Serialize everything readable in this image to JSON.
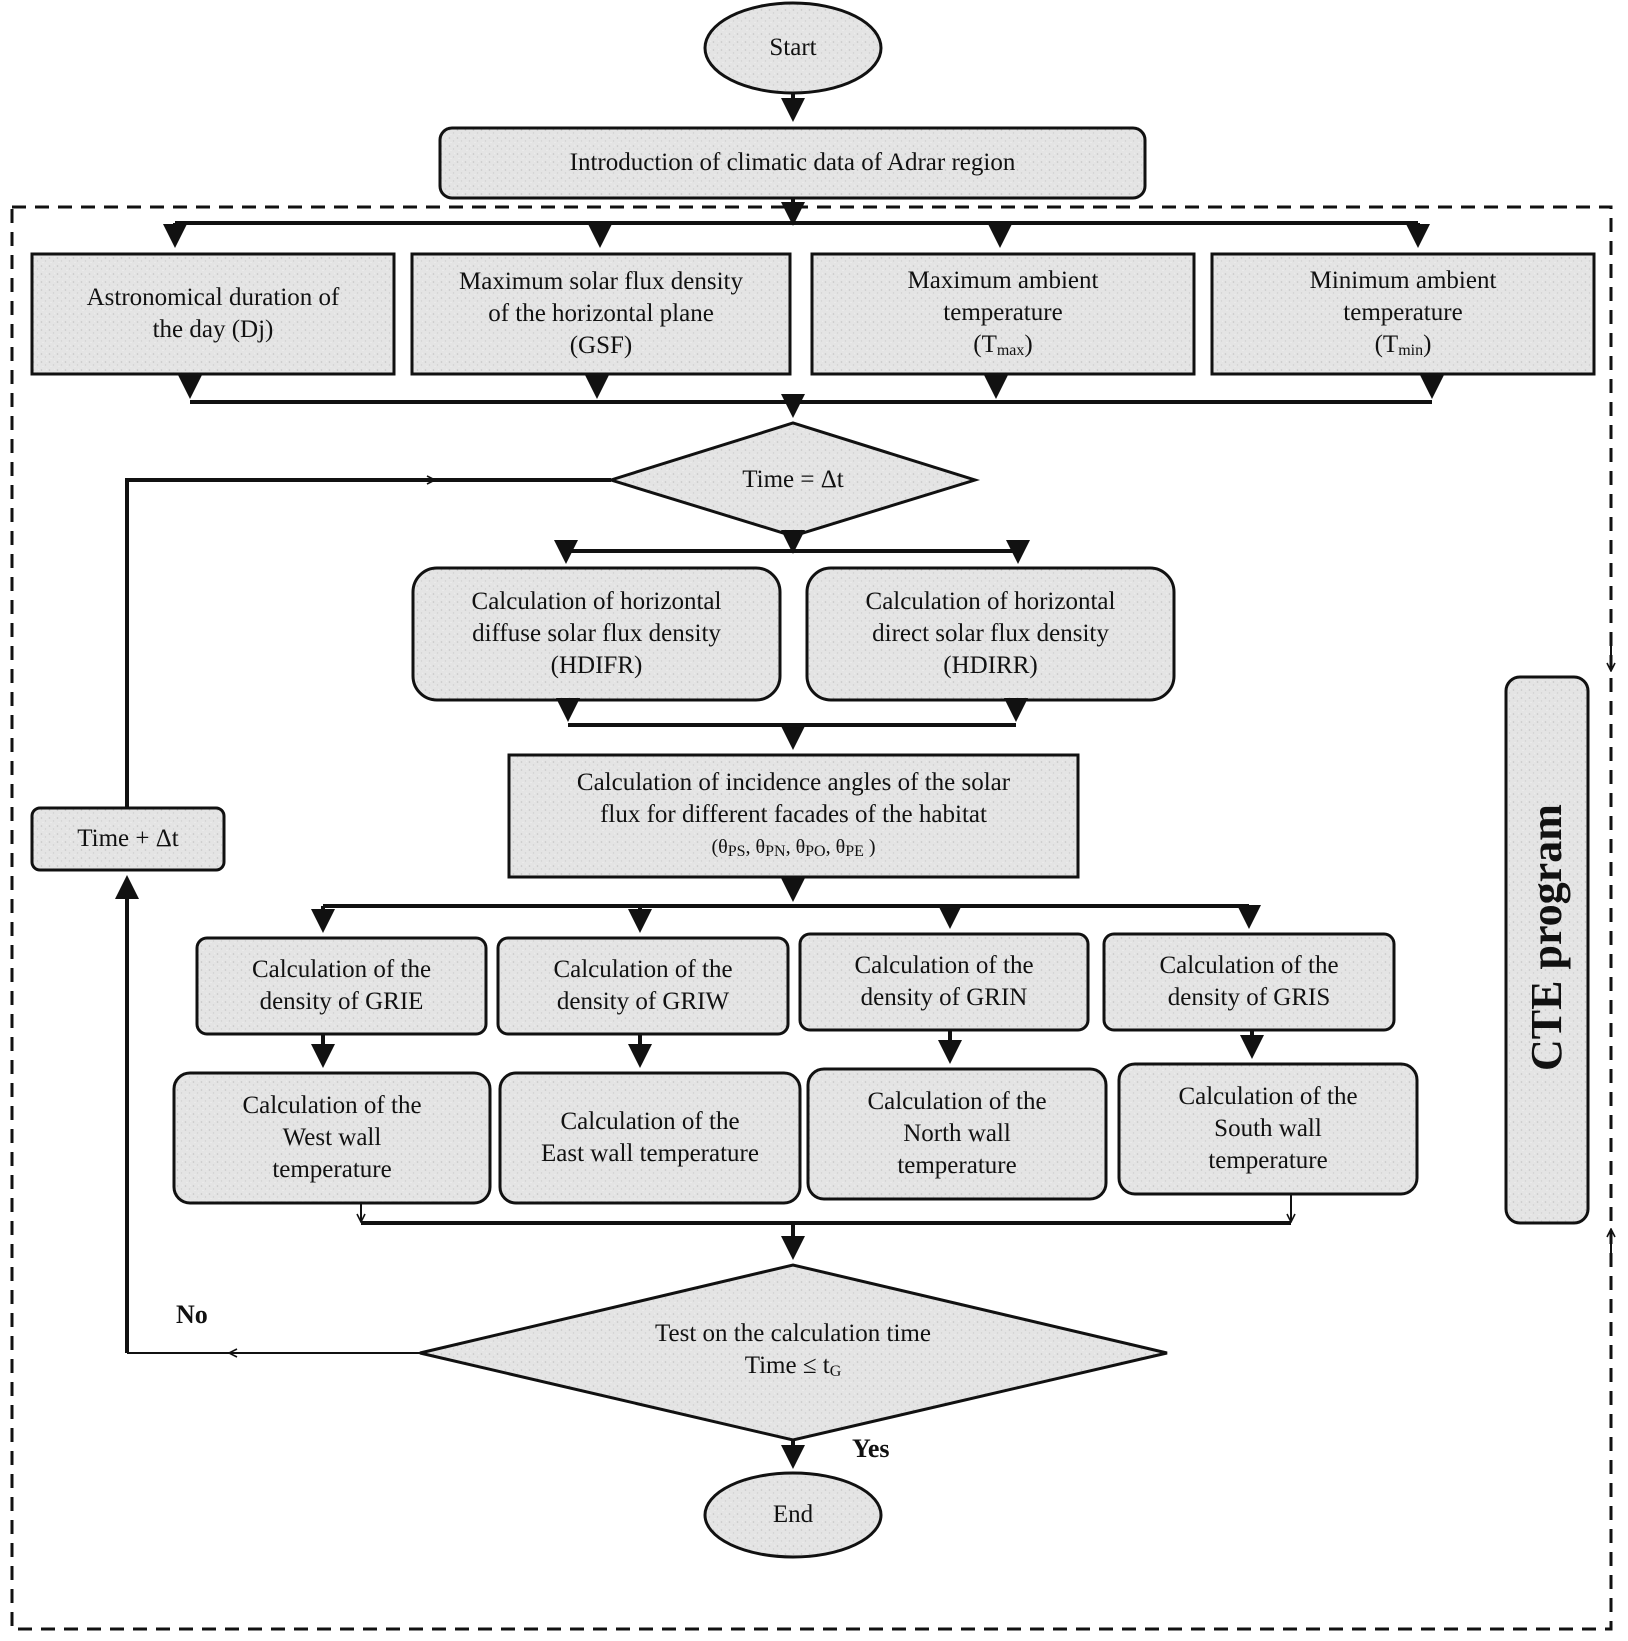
{
  "start": "Start",
  "intro": "Introduction of climatic data of Adrar region",
  "inputs": {
    "dj": [
      "Astronomical duration of",
      "the day (Dj)"
    ],
    "gsf": [
      "Maximum solar flux density",
      "of the horizontal plane",
      "(GSF)"
    ],
    "tmax": {
      "l1": "Maximum ambient",
      "l2": "temperature",
      "open": "(T",
      "sub": "max",
      "close": ")"
    },
    "tmin": {
      "l1": "Minimum ambient",
      "l2": "temperature",
      "open": "(T",
      "sub": "min",
      "close": ")"
    }
  },
  "time_init": "Time = Δt",
  "hdifr": [
    "Calculation of horizontal",
    "diffuse solar flux density",
    "(HDIFR)"
  ],
  "hdirr": [
    "Calculation of horizontal",
    "direct solar flux density",
    "(HDIRR)"
  ],
  "incidence": {
    "l1": "Calculation of incidence angles of the solar",
    "l2": "flux for different facades of the habitat",
    "theta": "θ",
    "ps": "PS",
    "pn": "PN",
    "po": "PO",
    "pe": "PE",
    "open": "(",
    "sep": ", ",
    "close": " )"
  },
  "densities": [
    [
      "Calculation of the",
      "density of GRIE"
    ],
    [
      "Calculation of the",
      "density of GRIW"
    ],
    [
      "Calculation of the",
      "density of GRIN"
    ],
    [
      "Calculation of the",
      "density of GRIS"
    ]
  ],
  "walls": [
    [
      "Calculation of the",
      "West wall",
      "temperature"
    ],
    [
      "Calculation of the",
      "East wall temperature"
    ],
    [
      "Calculation of the",
      "North wall",
      "temperature"
    ],
    [
      "Calculation of the",
      "South wall",
      "temperature"
    ]
  ],
  "time_inc": "Time + Δt",
  "test": {
    "l1": "Test on the calculation time",
    "l2": "Time ≤ t",
    "sub": "G"
  },
  "no": "No",
  "yes": "Yes",
  "end": "End",
  "program": "CTE program",
  "colors": {
    "fill": "#e3e3e3",
    "stroke": "#1a1a1a",
    "background": "#ffffff"
  }
}
